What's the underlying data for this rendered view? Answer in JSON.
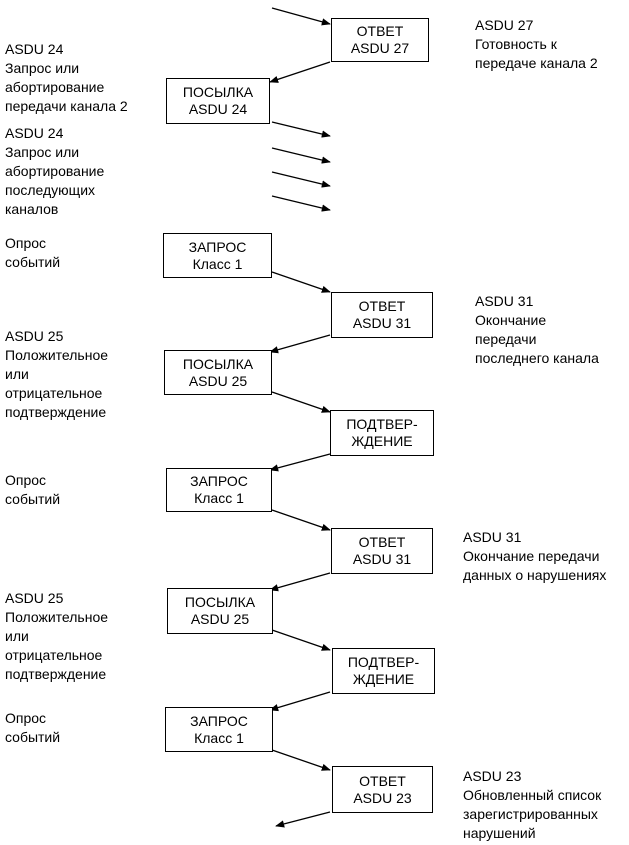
{
  "boxes": [
    {
      "l1": "ОТВЕТ",
      "l2": "ASDU 27"
    },
    {
      "l1": "ПОСЫЛКА",
      "l2": "ASDU 24"
    },
    {
      "l1": "ЗАПРОС",
      "l2": "Класс 1"
    },
    {
      "l1": "ОТВЕТ",
      "l2": "ASDU 31"
    },
    {
      "l1": "ПОСЫЛКА",
      "l2": "ASDU 25"
    },
    {
      "l1": "ПОДТВЕР-",
      "l2": "ЖДЕНИЕ"
    },
    {
      "l1": "ЗАПРОС",
      "l2": "Класс 1"
    },
    {
      "l1": "ОТВЕТ",
      "l2": "ASDU 31"
    },
    {
      "l1": "ПОСЫЛКА",
      "l2": "ASDU 25"
    },
    {
      "l1": "ПОДТВЕР-",
      "l2": "ЖДЕНИЕ"
    },
    {
      "l1": "ЗАПРОС",
      "l2": "Класс 1"
    },
    {
      "l1": "ОТВЕТ",
      "l2": "ASDU 23"
    }
  ],
  "notes": [
    {
      "lines": [
        "ASDU 27",
        "Готовность к",
        "передаче канала 2"
      ]
    },
    {
      "lines": [
        "ASDU 24",
        "Запрос или",
        "абортирование",
        "передачи канала 2"
      ]
    },
    {
      "lines": [
        "ASDU 24",
        "Запрос или",
        "абортирование",
        "последующих",
        "каналов"
      ]
    },
    {
      "lines": [
        "Опрос",
        "событий"
      ]
    },
    {
      "lines": [
        "ASDU 31",
        "Окончание",
        "передачи",
        "последнего канала"
      ]
    },
    {
      "lines": [
        "ASDU 25",
        "Положительное",
        "или",
        "отрицательное",
        "подтверждение"
      ]
    },
    {
      "lines": [
        "Опрос",
        "событий"
      ]
    },
    {
      "lines": [
        "ASDU 31",
        "Окончание передачи",
        "данных о нарушениях"
      ]
    },
    {
      "lines": [
        "ASDU 25",
        "Положительное",
        "или",
        "отрицательное",
        "подтверждение"
      ]
    },
    {
      "lines": [
        "Опрос",
        "событий"
      ]
    },
    {
      "lines": [
        "ASDU 23",
        "Обновленный список",
        "зарегистрированных",
        "нарушений"
      ]
    }
  ]
}
